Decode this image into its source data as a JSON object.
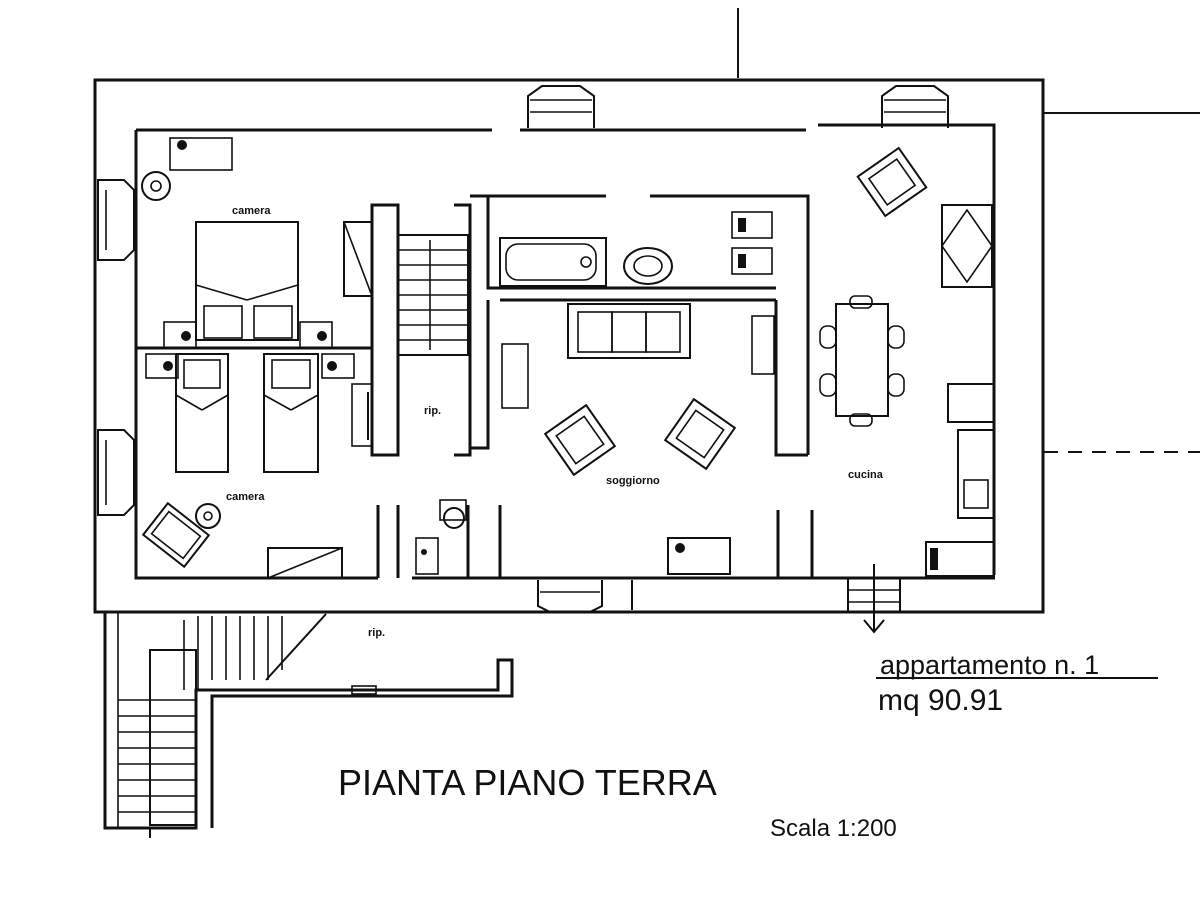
{
  "rooms": {
    "camera_top": "camera",
    "camera_bottom": "camera",
    "rip_inner": "rip.",
    "rip_outer": "rip.",
    "soggiorno": "soggiorno",
    "cucina": "cucina"
  },
  "apartment": {
    "name": "appartamento n. 1",
    "area": "mq 90.91"
  },
  "plan": {
    "title": "PIANTA PIANO TERRA",
    "scale": "Scala 1:200"
  }
}
